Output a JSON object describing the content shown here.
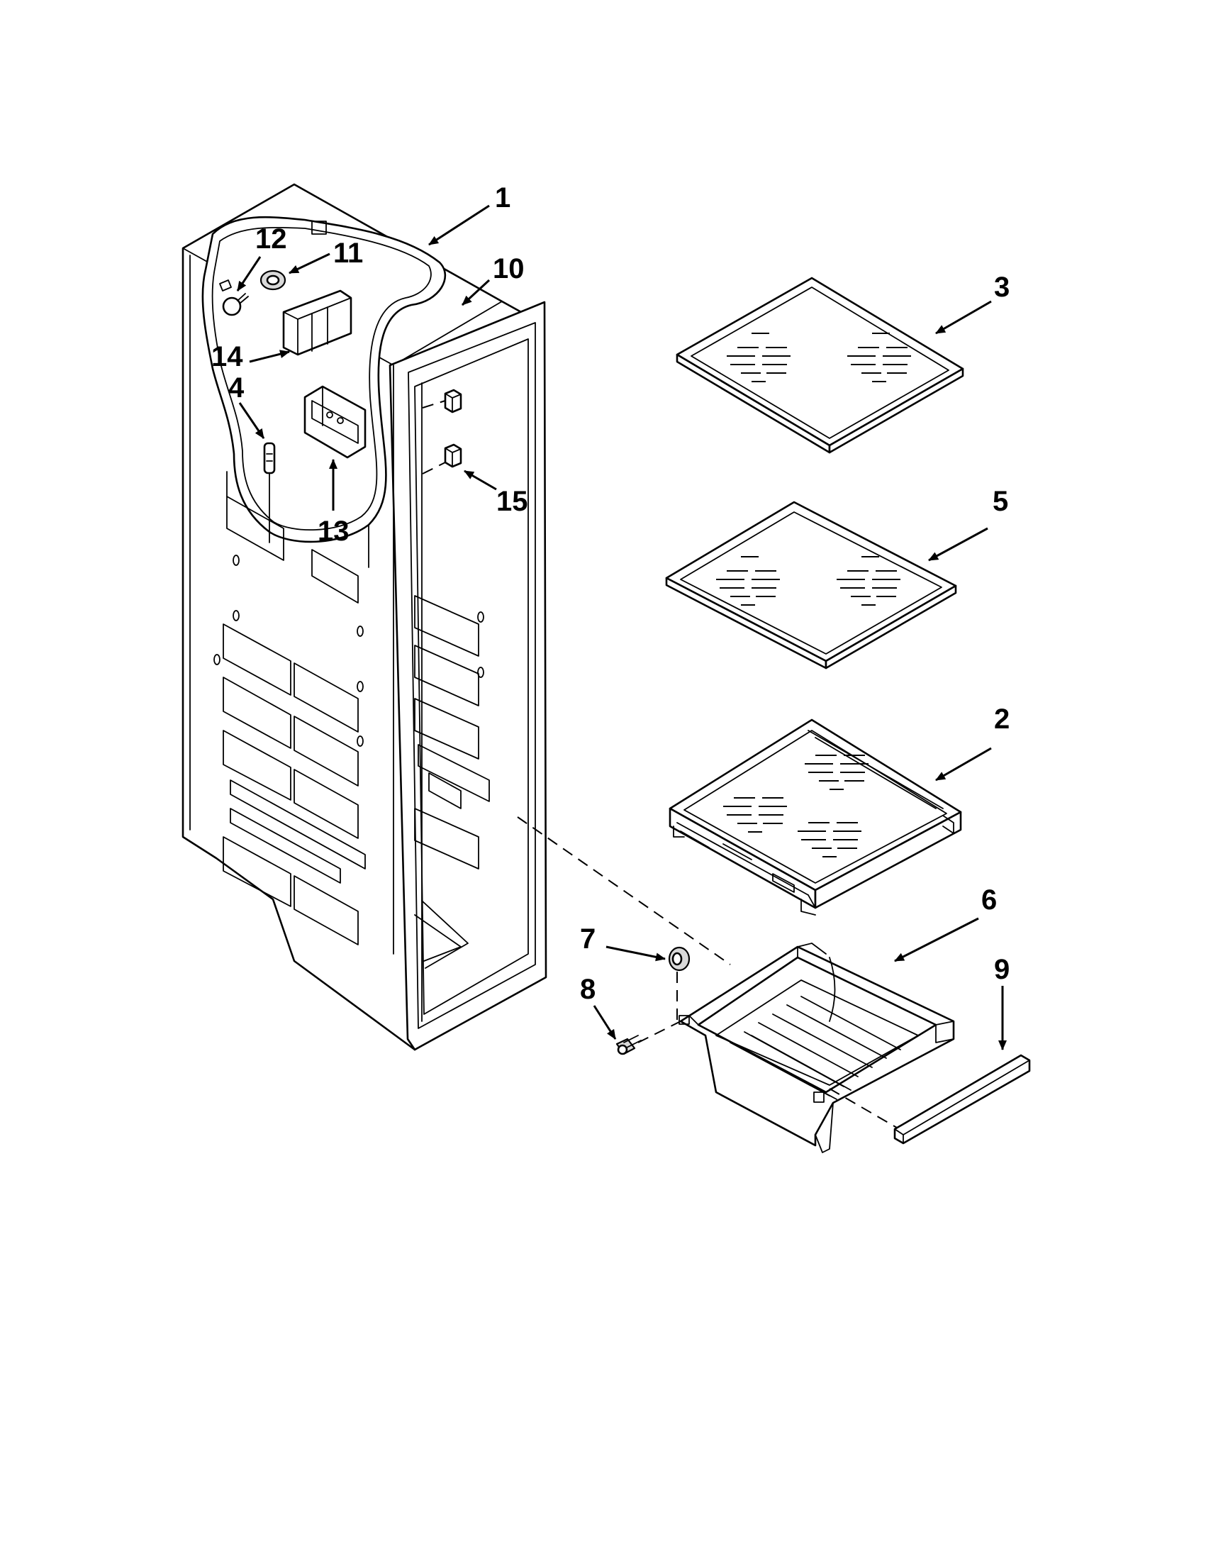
{
  "diagram": {
    "callouts": [
      "1",
      "2",
      "3",
      "4",
      "5",
      "6",
      "7",
      "8",
      "9",
      "10",
      "11",
      "12",
      "13",
      "14",
      "15"
    ]
  }
}
